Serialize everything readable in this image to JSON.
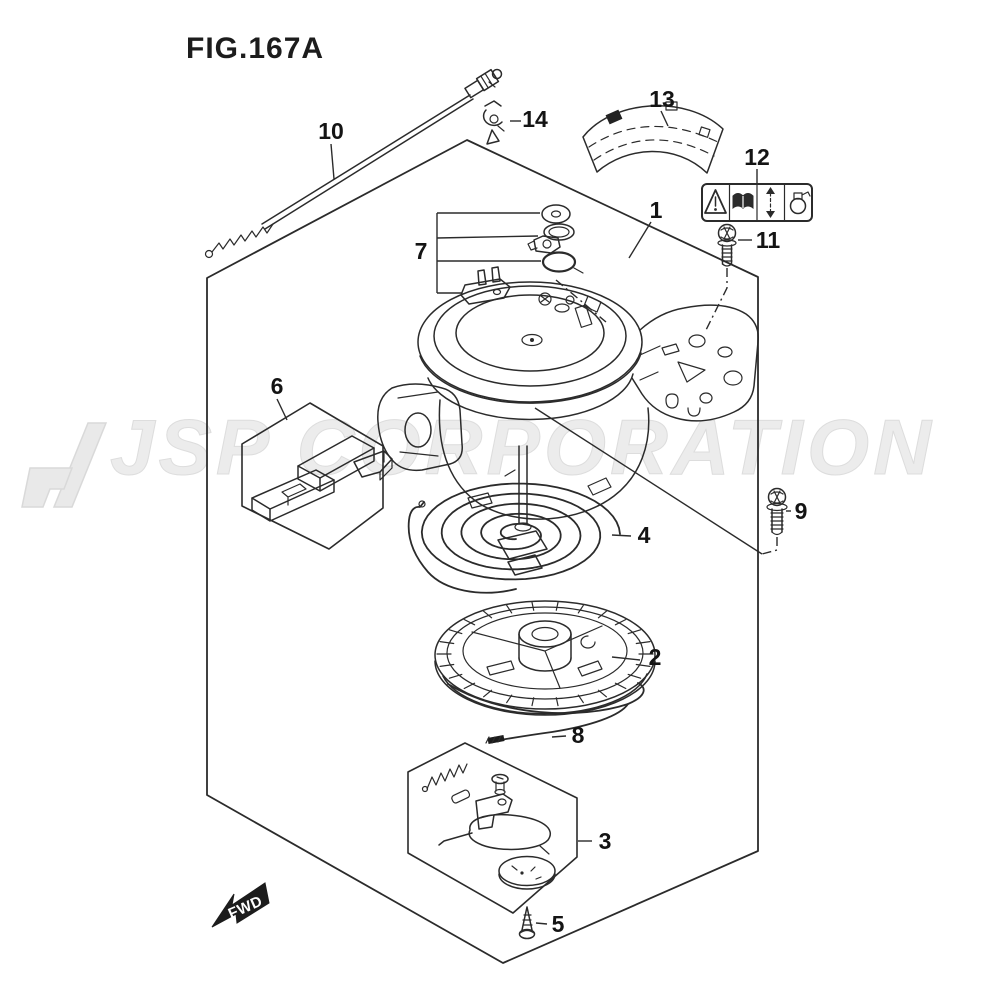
{
  "figure": {
    "title": "FIG.167A"
  },
  "watermark": {
    "text": "JSP CORPORATION"
  },
  "fwd_marker": {
    "label": "FWD"
  },
  "part_labels": {
    "l1": "1",
    "l2": "2",
    "l3": "3",
    "l4": "4",
    "l5": "5",
    "l6": "6",
    "l7": "7",
    "l8": "8",
    "l9": "9",
    "l10": "10",
    "l11": "11",
    "l12": "12",
    "l13": "13",
    "l14": "14"
  },
  "caution_label": {
    "icons": [
      "warning-triangle",
      "owners-manual-book",
      "tilt-range-arrows",
      "fuel-oil-container"
    ]
  },
  "colors": {
    "line": "#2b2b2b",
    "watermark": "#ececec"
  }
}
